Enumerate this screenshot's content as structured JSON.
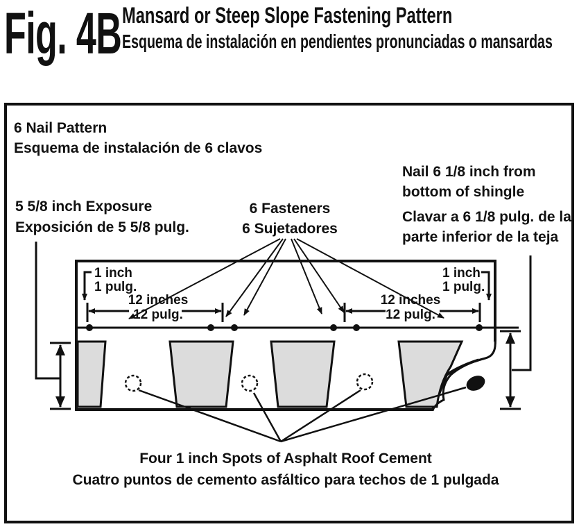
{
  "figure": {
    "label": "Fig. 4B",
    "title": "Mansard or Steep Slope Fastening Pattern",
    "subtitle": "Esquema de instalación en pendientes pronunciadas o mansardas"
  },
  "pattern": {
    "line1": "6 Nail Pattern",
    "line2": "Esquema de instalación de 6 clavos"
  },
  "exposure": {
    "line1": "5 5/8 inch Exposure",
    "line2": "Exposición de 5 5/8 pulg."
  },
  "fasteners": {
    "line1": "6 Fasteners",
    "line2": "6 Sujetadores"
  },
  "nail_note": {
    "line1": "Nail 6 1/8 inch from",
    "line2": "bottom of shingle",
    "line3": "Clavar a 6 1/8 pulg. de la",
    "line4": "parte inferior de la teja"
  },
  "edge_left": {
    "line1": "1 inch",
    "line2": "1 pulg."
  },
  "edge_right": {
    "line1": "1 inch",
    "line2": "1 pulg."
  },
  "spacing_left": {
    "line1": "12 inches",
    "line2": "12 pulg."
  },
  "spacing_right": {
    "line1": "12 inches",
    "line2": "12 pulg."
  },
  "cement": {
    "line1": "Four 1 inch Spots of Asphalt Roof Cement",
    "line2": "Cuatro puntos de cemento asfáltico para techos de 1 pulgada"
  }
}
